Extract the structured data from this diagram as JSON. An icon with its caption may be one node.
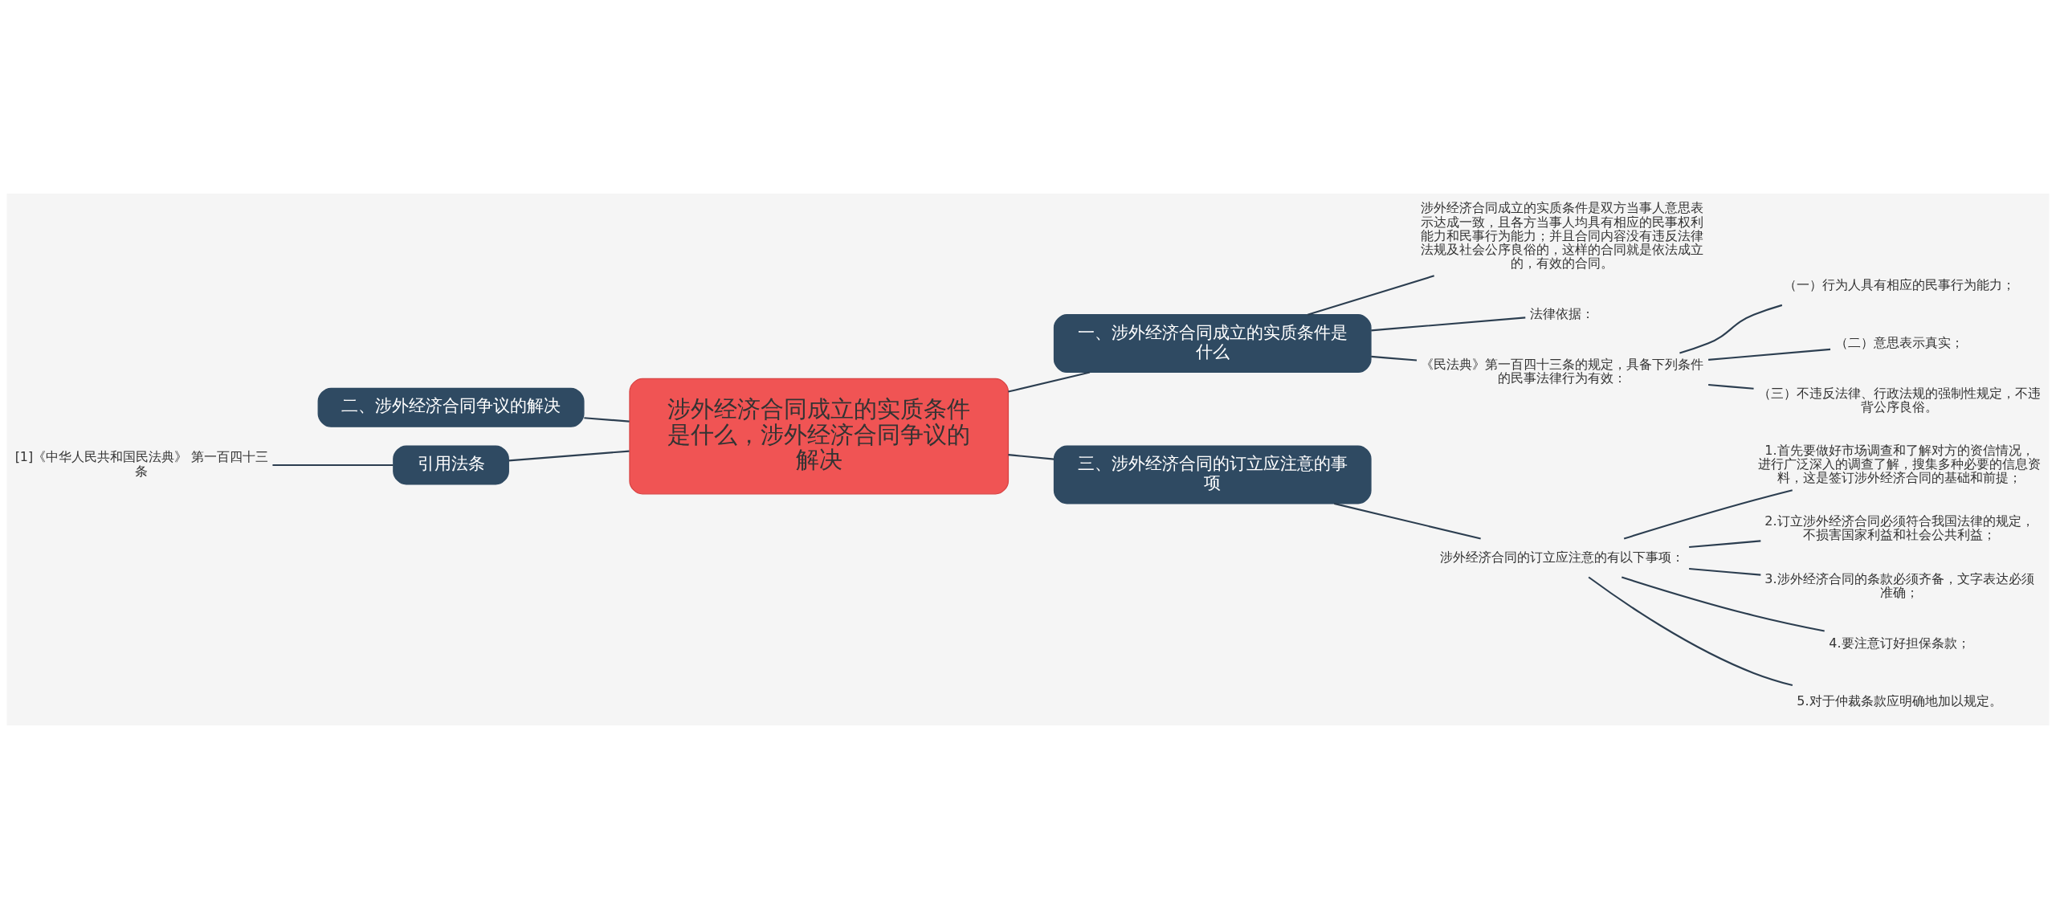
{
  "diagram": {
    "nodes": [
      {
        "text": [
          "涉外经济合同成立的实质条件是什么，涉外经济合同争议的解决"
        ]
      },
      {
        "text": [
          "一、涉外经济合同成立的实质条件是什么"
        ]
      },
      {
        "text": [
          "涉外经济合同成立的实质条件是双方当事人意思表示达成一致，且各方当事人均具有相应的民事权利能力和民事行为能力；并且合同内容没有违反法律法规及社会公序良俗的，这样的合同就是依法成立的，有效的合同。"
        ]
      },
      {
        "text": [
          "法律依据："
        ]
      },
      {
        "text": [
          "《民法典》第一百四十三条的规定，具备下列条件的民事法律行为有效："
        ]
      },
      {
        "text": [
          "（一）行为人具有相应的民事行为能力；"
        ]
      },
      {
        "text": [
          "（二）意思表示真实；"
        ]
      },
      {
        "text": [
          "（三）不违反法律、行政法规的强制性规定，不违背公序良俗。"
        ]
      },
      {
        "text": [
          "三、涉外经济合同的订立应注意的事项"
        ]
      },
      {
        "text": [
          "涉外经济合同的订立应注意的有以下事项："
        ]
      },
      {
        "text": [
          "1.首先要做好市场调查和了解对方的资信情况，进行广泛深入的调查了解，搜集多种必要的信息资料，这是签订涉外经济合同的基础和前提；"
        ]
      },
      {
        "text": [
          "2.订立涉外经济合同必须符合我国法律的规定，不损害国家利益和社会公共利益；"
        ]
      },
      {
        "text": [
          "3.涉外经济合同的条款必须齐备，文字表达必须准确；"
        ]
      },
      {
        "text": [
          "4.要注意订好担保条款；"
        ]
      },
      {
        "text": [
          "5.对于仲裁条款应明确地加以规定。"
        ]
      },
      {
        "text": [
          "二、涉外经济合同争议的解决"
        ]
      },
      {
        "text": [
          "引用法条"
        ]
      },
      {
        "text": [
          "[1]《中华人民共和国民法典》 第一百四十三条"
        ]
      }
    ],
    "edges": [
      {
        "from": 0,
        "to": 1,
        "arrow": "none"
      },
      {
        "from": 1,
        "to": 2,
        "arrow": "none"
      },
      {
        "from": 1,
        "to": 3,
        "arrow": "none"
      },
      {
        "from": 1,
        "to": 4,
        "arrow": "none"
      },
      {
        "from": 4,
        "to": 5,
        "arrow": "none"
      },
      {
        "from": 4,
        "to": 6,
        "arrow": "none"
      },
      {
        "from": 4,
        "to": 7,
        "arrow": "none"
      },
      {
        "from": 0,
        "to": 8,
        "arrow": "none"
      },
      {
        "from": 8,
        "to": 9,
        "arrow": "none"
      },
      {
        "from": 9,
        "to": 10,
        "arrow": "none"
      },
      {
        "from": 9,
        "to": 11,
        "arrow": "none"
      },
      {
        "from": 9,
        "to": 12,
        "arrow": "none"
      },
      {
        "from": 9,
        "to": 13,
        "arrow": "none"
      },
      {
        "from": 9,
        "to": 14,
        "arrow": "none"
      },
      {
        "from": 0,
        "to": 15,
        "arrow": "none"
      },
      {
        "from": 0,
        "to": 16,
        "arrow": "none"
      },
      {
        "from": 16,
        "to": 17,
        "arrow": "none"
      }
    ]
  }
}
